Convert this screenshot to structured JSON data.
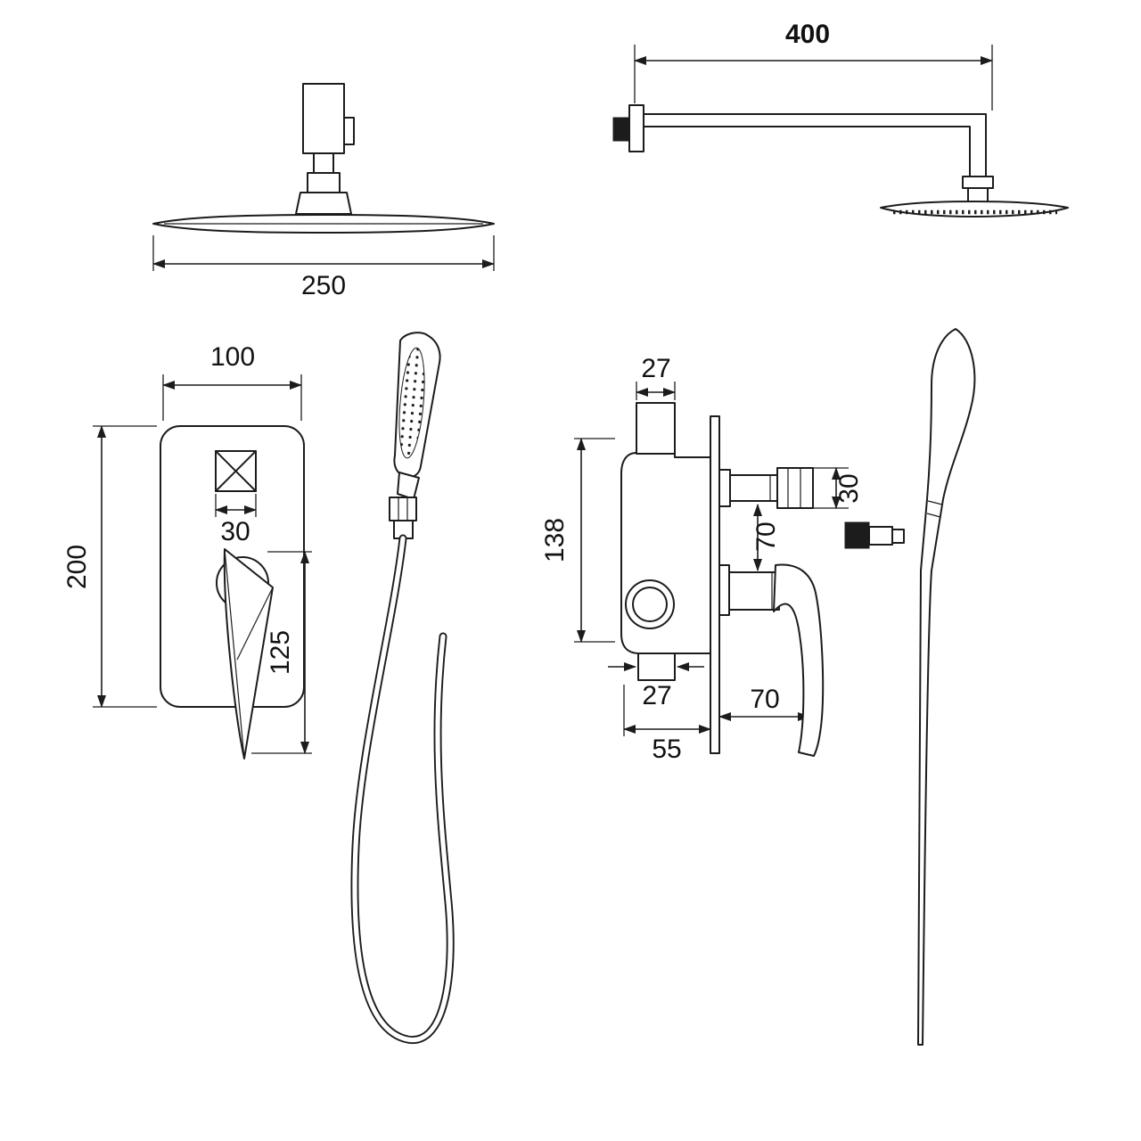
{
  "drawing": {
    "bg_color": "#ffffff",
    "ink_color": "#1c1c1c",
    "dimensions": {
      "overhead_width": "250",
      "arm_length": "400",
      "plate_width": "100",
      "plate_height": "200",
      "diverter_width": "30",
      "handle_length": "125",
      "valve_inlet_top": "27",
      "valve_height": "138",
      "valve_outlet_height": "30",
      "valve_outlet_spacing": "70",
      "valve_inlet_bottom": "27",
      "valve_body_depth": "55",
      "valve_handle_depth": "70"
    }
  }
}
